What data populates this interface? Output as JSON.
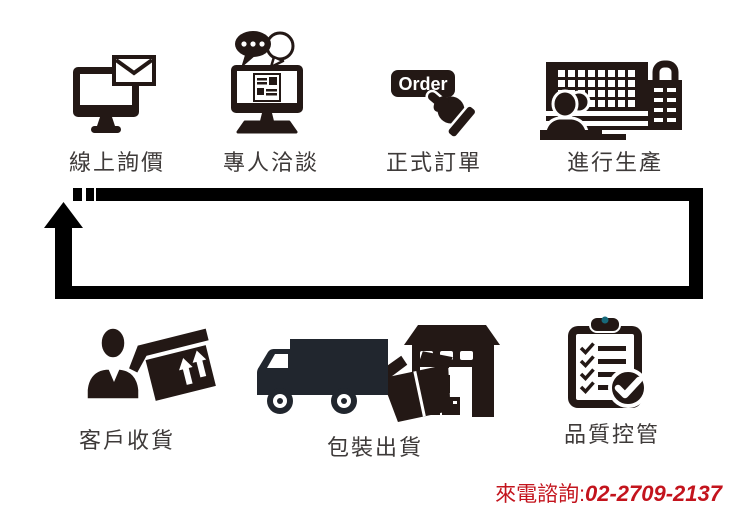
{
  "title": "production-service-flow-infographic",
  "colors": {
    "background": "#ffffff",
    "icon_black": "#231815",
    "truck_black": "#21262e",
    "arrow_black": "#000000",
    "label_gray": "#3e3a39",
    "accent_red": "#c3141d",
    "clip_teal": "#17697a"
  },
  "flow": {
    "top_steps": [
      {
        "label": "線上詢價",
        "icon": "monitor-email-icon"
      },
      {
        "label": "專人洽談",
        "icon": "monitor-chat-icon"
      },
      {
        "label": "正式訂單",
        "icon": "order-button-click-icon",
        "button_text": "Order"
      },
      {
        "label": "進行生產",
        "icon": "factory-workers-icon"
      }
    ],
    "bottom_steps": [
      {
        "label": "客戶收貨",
        "icon": "customer-package-icon"
      },
      {
        "label": "包裝出貨",
        "icon": "truck-box-warehouse-icon"
      },
      {
        "label": "品質控管",
        "icon": "quality-checklist-icon"
      }
    ],
    "arrow": "counterclockwise-loop-arrow"
  },
  "contact": {
    "prefix": "來電諮詢:",
    "phone": "02-2709-2137"
  }
}
